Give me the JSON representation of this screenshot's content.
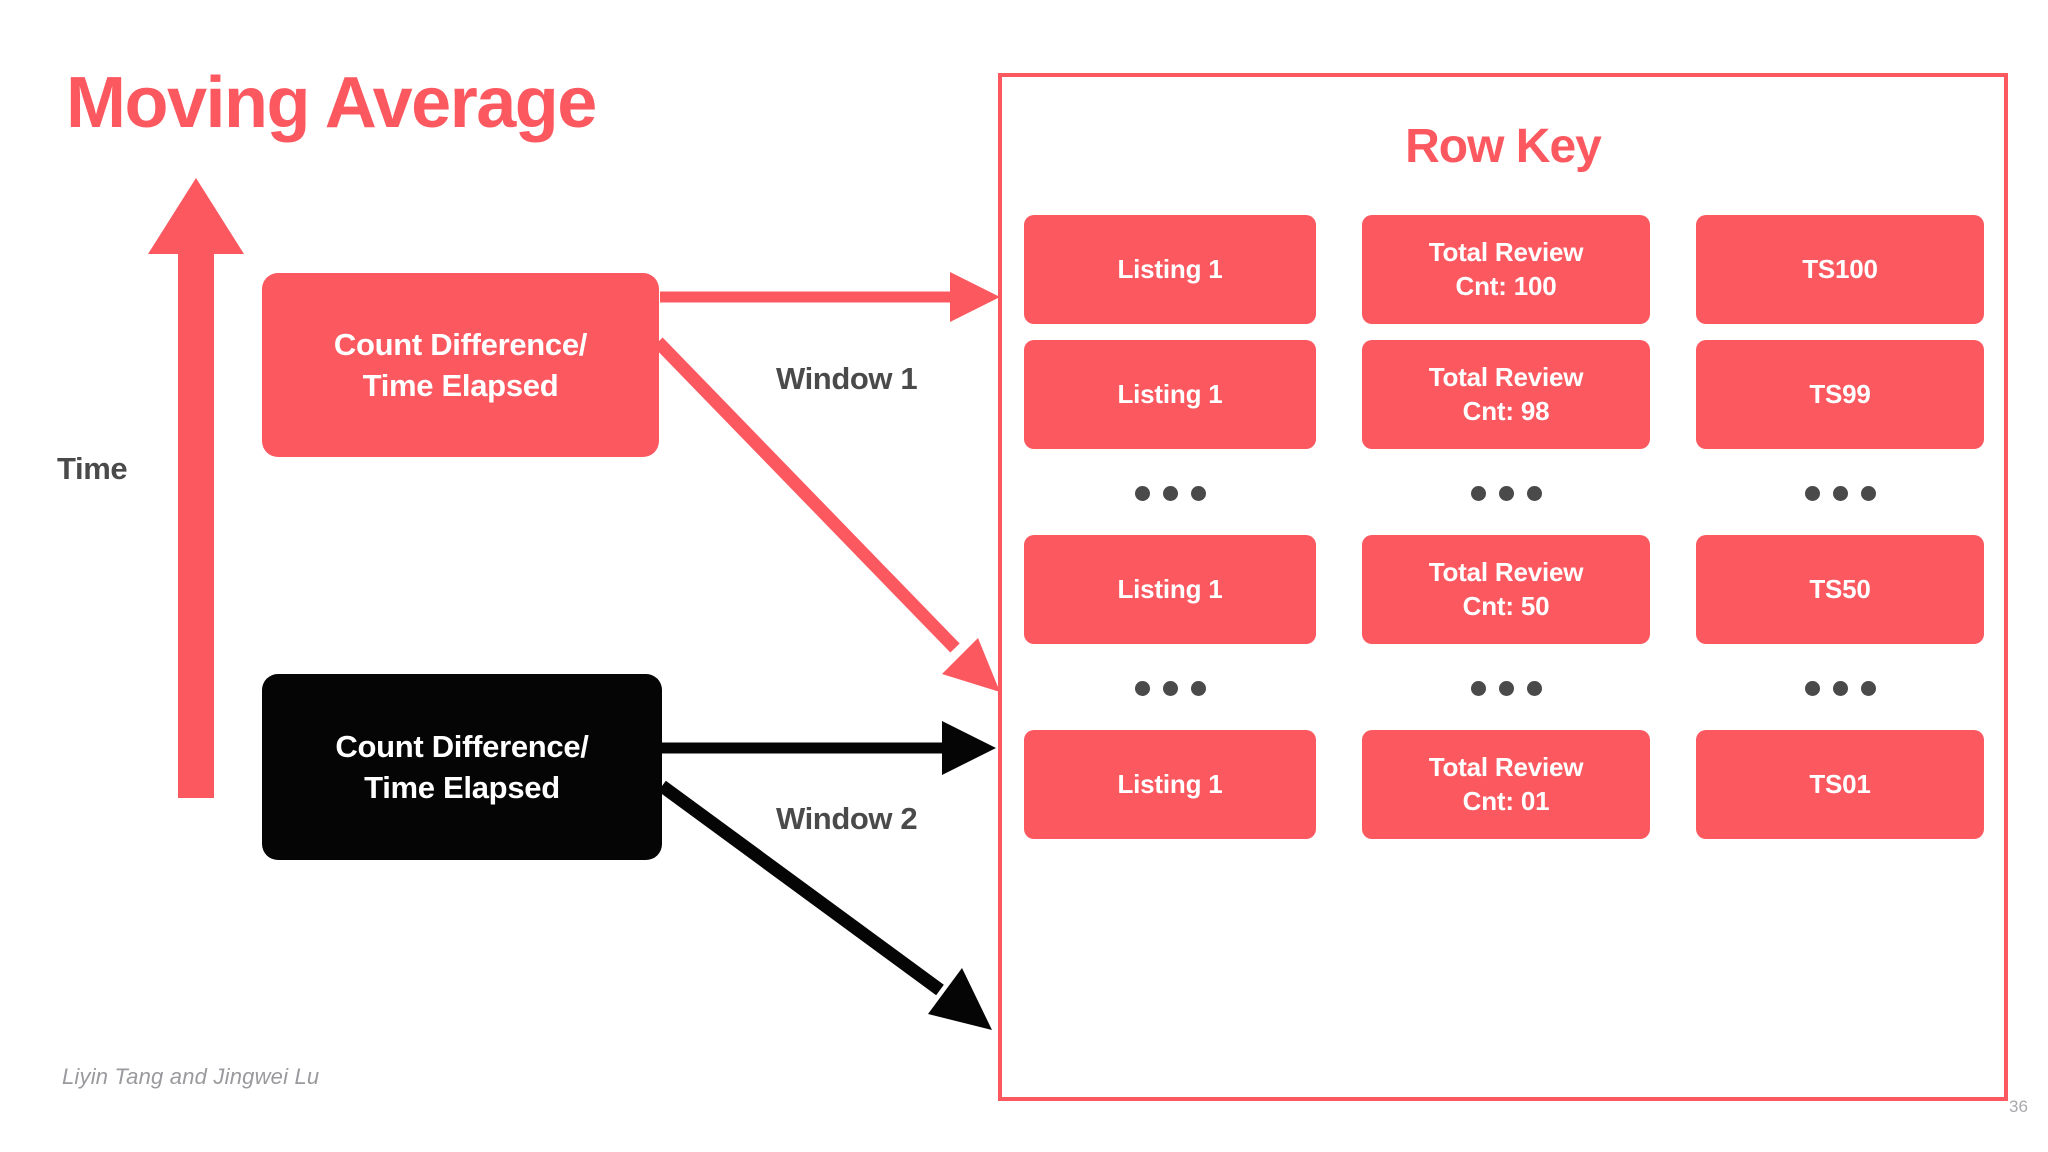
{
  "slide": {
    "title": "Moving Average",
    "page_number": "36",
    "authors": "Liyin Tang and Jingwei Lu",
    "colors": {
      "accent_red": "#fb5860",
      "black": "#050505",
      "dark_gray": "#4a4a4a",
      "footer_gray": "#9a9a9e",
      "white": "#ffffff"
    }
  },
  "axis": {
    "label": "Time",
    "direction": "up",
    "icon": "up-arrow-icon"
  },
  "windows": [
    {
      "id": "window-1",
      "box_text_line1": "Count Difference/",
      "box_text_line2": "Time Elapsed",
      "label": "Window 1",
      "color": "#fb5860"
    },
    {
      "id": "window-2",
      "box_text_line1": "Count Difference/",
      "box_text_line2": "Time Elapsed",
      "label": "Window 2",
      "color": "#050505"
    }
  ],
  "rowkey": {
    "title": "Row Key",
    "rows": [
      {
        "type": "cells",
        "cells": [
          {
            "text": "Listing 1"
          },
          {
            "line1": "Total Review",
            "line2": "Cnt: 100"
          },
          {
            "text": "TS100"
          }
        ]
      },
      {
        "type": "cells",
        "cells": [
          {
            "text": "Listing 1"
          },
          {
            "line1": "Total Review",
            "line2": "Cnt: 98"
          },
          {
            "text": "TS99"
          }
        ]
      },
      {
        "type": "dots"
      },
      {
        "type": "cells",
        "cells": [
          {
            "text": "Listing 1"
          },
          {
            "line1": "Total Review",
            "line2": "Cnt: 50"
          },
          {
            "text": "TS50"
          }
        ]
      },
      {
        "type": "dots"
      },
      {
        "type": "cells",
        "cells": [
          {
            "text": "Listing 1"
          },
          {
            "line1": "Total Review",
            "line2": "Cnt: 01"
          },
          {
            "text": "TS01"
          }
        ]
      }
    ]
  }
}
